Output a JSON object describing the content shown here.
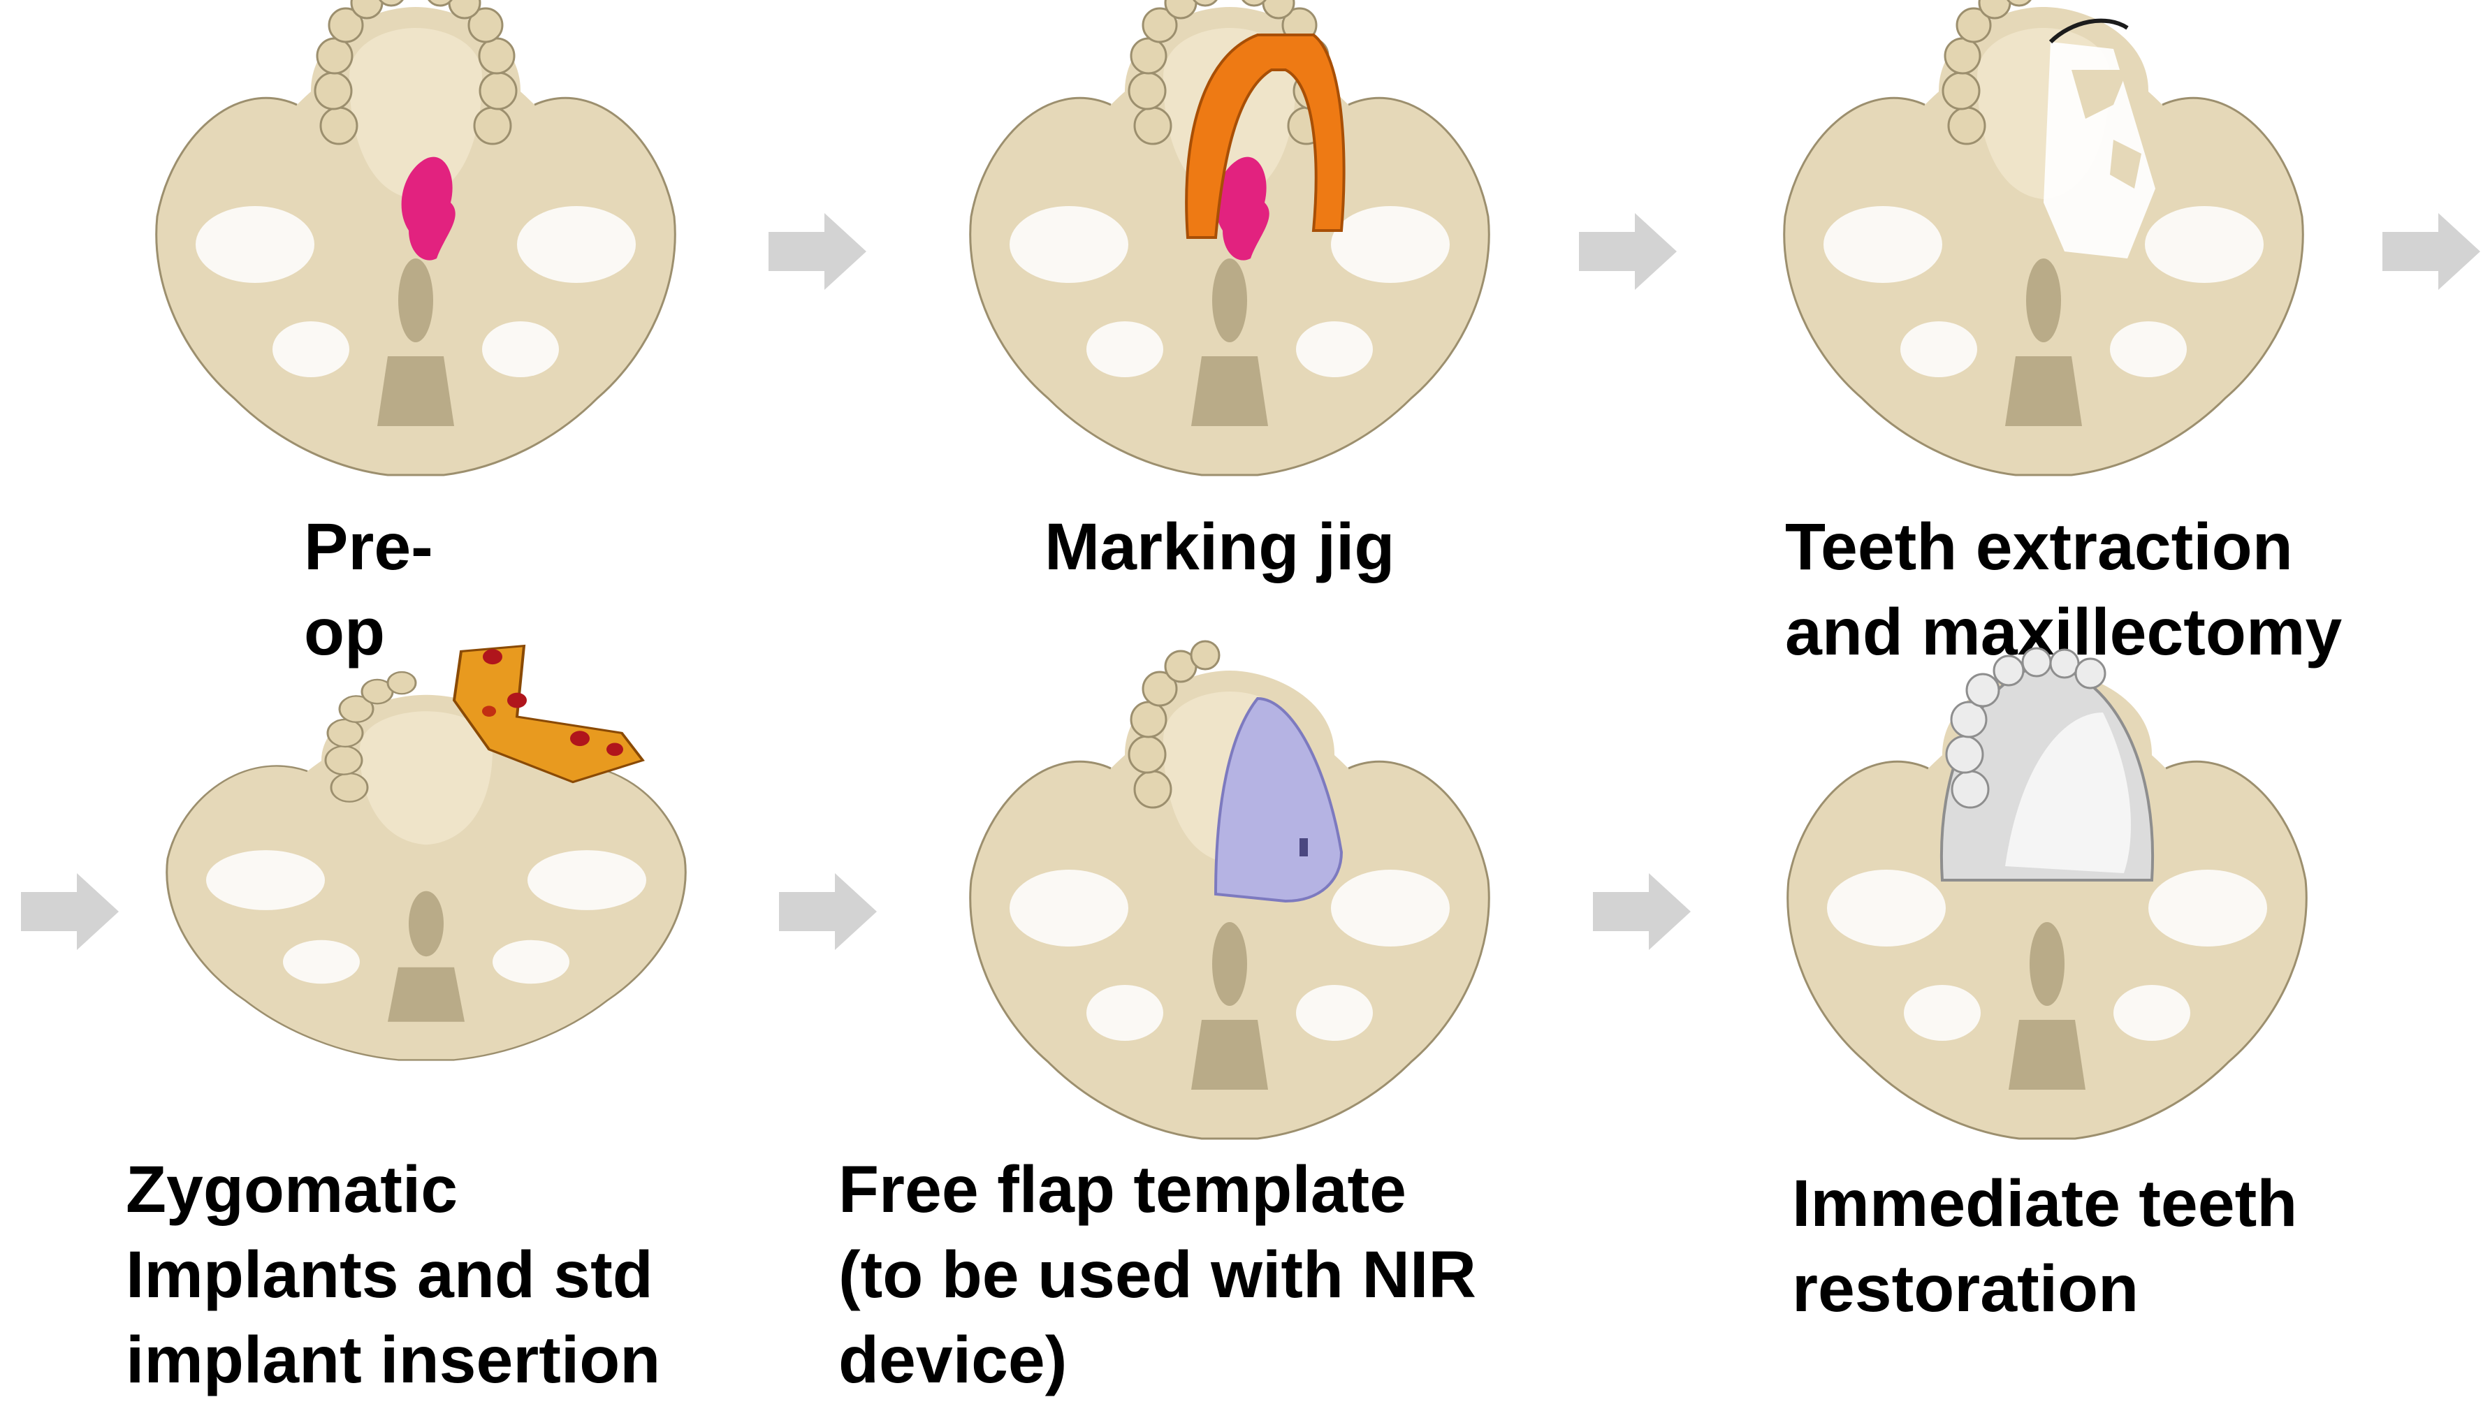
{
  "steps": [
    {
      "id": "preop",
      "label": "Pre-\nop",
      "overlay": "tumor-highlight"
    },
    {
      "id": "jig",
      "label": "Marking jig",
      "overlay": "orange-jig"
    },
    {
      "id": "extraction",
      "label": "Teeth extraction\nand maxillectomy",
      "overlay": "resection-defect"
    },
    {
      "id": "implants",
      "label": "Zygomatic\nImplants and std\nimplant insertion",
      "overlay": "implants"
    },
    {
      "id": "flap",
      "label": "Free flap template\n(to be used with NIR\ndevice)",
      "overlay": "purple-template"
    },
    {
      "id": "restoration",
      "label": "Immediate teeth\nrestoration",
      "overlay": "grey-prosthesis"
    }
  ],
  "colors": {
    "bone": "#e5d8b8",
    "bone_dark": "#9c8f6e",
    "bone_green": "#dcdfa6",
    "tumor": "#e2227f",
    "jig": "#ee7a14",
    "template": "#b5b3e3",
    "prosthesis": "#e8e8e8",
    "arrow": "#d3d3d3",
    "text": "#000000"
  },
  "icons": [
    "right-arrow-icon"
  ]
}
